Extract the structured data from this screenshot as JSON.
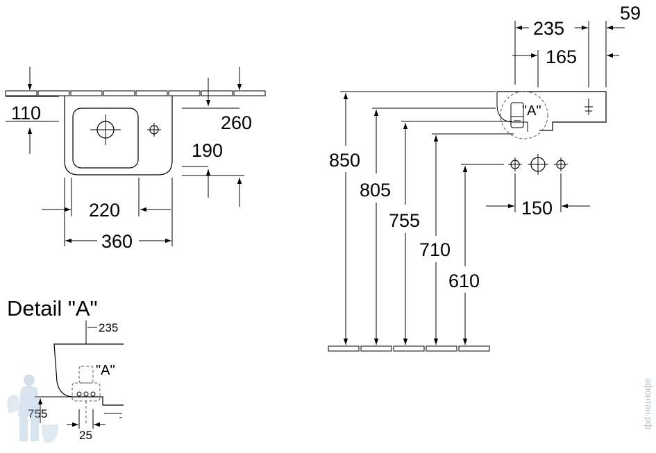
{
  "top_view": {
    "dim_left_vertical": "110",
    "dim_right_depth": "260",
    "dim_inner_depth": "190",
    "dim_inner_width": "220",
    "dim_total_width": "360"
  },
  "side_view": {
    "dim_top_235": "235",
    "dim_top_59": "59",
    "dim_top_165": "165",
    "height_850": "850",
    "height_805": "805",
    "height_755": "755",
    "height_710": "710",
    "height_610": "610",
    "dim_150": "150",
    "label_a": "\"A\""
  },
  "detail": {
    "title": "Detail \"A\"",
    "dim_235": "235",
    "label_a": "\"A\"",
    "dim_755": "755",
    "dim_25": "25"
  },
  "watermark": "афонтан.рф"
}
